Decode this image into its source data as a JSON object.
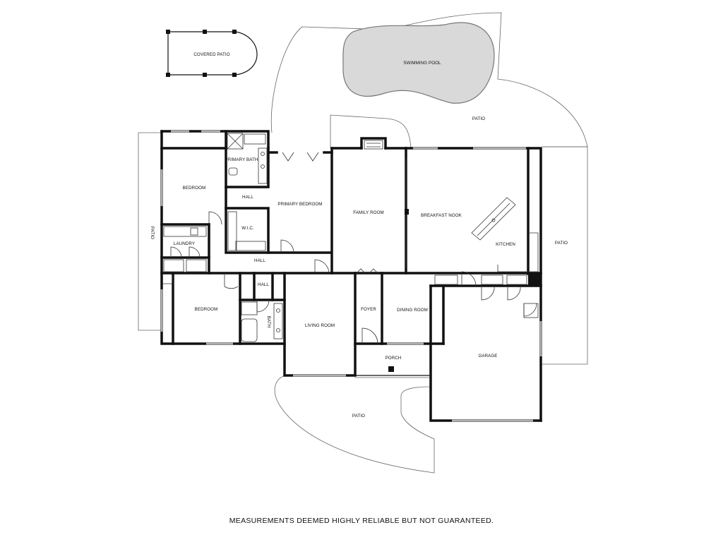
{
  "rooms": {
    "covered_patio": "COVERED PATIO",
    "swimming_pool": "SWIMMING POOL",
    "patio_top": "PATIO",
    "patio_left": "PATIO",
    "patio_right": "PATIO",
    "patio_bottom": "PATIO",
    "primary_bath": "PRIMARY BATH",
    "bedroom_1": "BEDROOM",
    "hall_1": "HALL",
    "primary_bedroom": "PRIMARY BEDROOM",
    "family_room": "FAMILY ROOM",
    "breakfast_nook": "BREAKFAST NOOK",
    "wic": "W.I.C.",
    "laundry": "LAUNDRY",
    "kitchen": "KITCHEN",
    "hall_2": "HALL",
    "hall_3": "HALL",
    "bedroom_2": "BEDROOM",
    "foyer": "FOYER",
    "dining_room": "DINING ROOM",
    "bath": "BATH",
    "living_room": "LIVING ROOM",
    "garage": "GARAGE",
    "porch": "PORCH"
  },
  "disclaimer": "MEASUREMENTS DEEMED HIGHLY RELIABLE BUT NOT GUARANTEED."
}
